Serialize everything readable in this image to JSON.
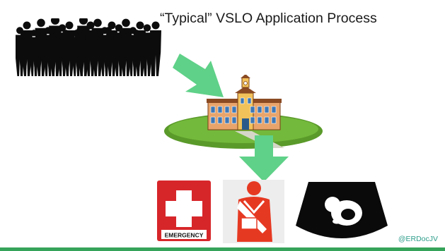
{
  "slide": {
    "title": "“Typical” VSLO Application Process",
    "credit": "@ERDocJV",
    "emergency_label": "EMERGENCY"
  },
  "colors": {
    "arrow_green": "#5fd188",
    "emergency_red": "#d7262a",
    "injured_red": "#e63922",
    "bottom_bar": "#36a35a",
    "credit_text": "#2c9d8a"
  },
  "icons": {
    "crowd": "crowd-silhouette-icon",
    "school": "school-building-icon",
    "emergency": "emergency-sign-icon",
    "injured": "injured-person-icon",
    "ultrasound": "ultrasound-fetus-icon"
  }
}
